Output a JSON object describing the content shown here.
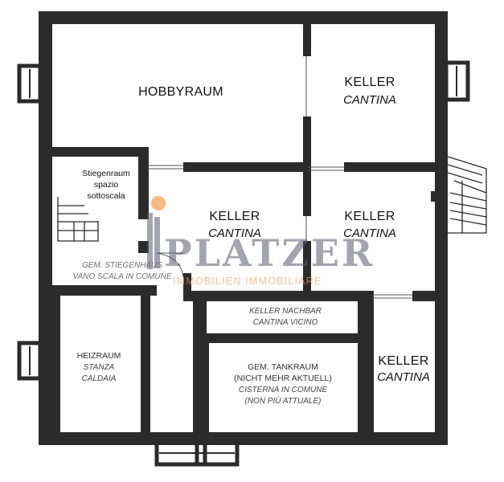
{
  "rooms": {
    "hobbyraum": "HOBBYRAUM",
    "keller_1_de": "KELLER",
    "keller_1_it": "CANTINA",
    "keller_2_de": "KELLER",
    "keller_2_it": "CANTINA",
    "keller_3_de": "KELLER",
    "keller_3_it": "CANTINA",
    "keller_4_de": "KELLER",
    "keller_4_it": "CANTINA",
    "stiegenraum_l1": "Stiegenraum",
    "stiegenraum_l2": "spazio",
    "stiegenraum_l3": "sottoscala",
    "stiegenhaus_de": "GEM. STIEGENHAUS",
    "stiegenhaus_it": "VANO SCALA IN COMUNE",
    "nachbar_de": "KELLER NACHBAR",
    "nachbar_it": "CANTINA VICINO",
    "heizraum_de": "HEIZRAUM",
    "heizraum_it1": "STANZA",
    "heizraum_it2": "CALDAIA",
    "tank_l1": "GEM. TANKRAUM",
    "tank_l2": "(NICHT MEHR AKTUELL)",
    "tank_l3": "CISTERNA IN COMUNE",
    "tank_l4": "(NON PIÙ ATTUALE)"
  },
  "watermark": {
    "brand": "PLATZER",
    "tagline": "IMMOBILIEN IMMOBILIARE"
  },
  "colors": {
    "wall": "#2b2b2b",
    "paper": "#ffffff",
    "logo_accent": "#f5a05a",
    "logo_text": "#5a5a6e"
  }
}
